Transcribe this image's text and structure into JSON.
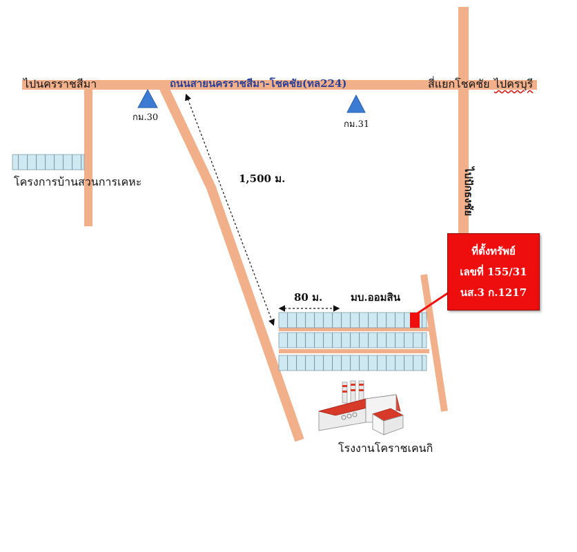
{
  "colors": {
    "road": "#f2b08a",
    "marker": "#3b7bd4",
    "house_fill": "#cfe9f2",
    "house_line": "#7f9aa5",
    "highlight": "#ee0e0e",
    "label_blue": "#2b3f96"
  },
  "labels": {
    "to_nakhon_ratchasima": "ไปนครราชสีมา",
    "main_road": "ถนนสายนครราชสีมา-โชคชัย(ทล224)",
    "chokchai_junction": "สี่แยกโชคชัย",
    "to_buriram": "ไปครบุรี",
    "km30": "กม.30",
    "km31": "กม.31",
    "to_pak_thong_chai": "ไปปักธงชัย",
    "housing_project": "โครงการบ้านสวนการเคหะ",
    "distance_1500": "1,500 ม.",
    "distance_80": "80 ม.",
    "village_name": "มบ.ออมสิน",
    "factory": "โรงงานโคราชเคนกิ"
  },
  "location_box": {
    "line1": "ที่ตั้งทรัพย์",
    "line2": "เลขที่ 155/31",
    "line3": "นส.3 ก.1217"
  },
  "icons": {
    "km_marker": "triangle-marker-icon",
    "factory": "factory-icon",
    "houses": "house-row-icon"
  }
}
